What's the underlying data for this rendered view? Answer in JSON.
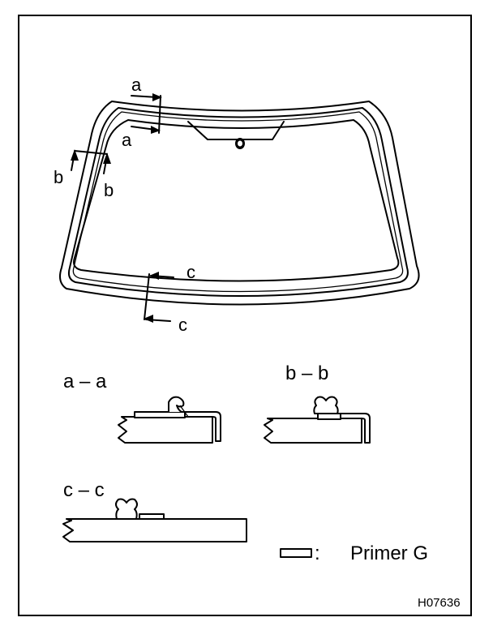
{
  "windshield": {
    "cut_labels": {
      "a": "a",
      "b": "b",
      "c": "c"
    }
  },
  "sections": {
    "aa": {
      "title": "a – a"
    },
    "bb": {
      "title": "b – b"
    },
    "cc": {
      "title": "c – c"
    }
  },
  "legend": {
    "colon": ":",
    "label": "Primer G"
  },
  "figure_code": "H07636"
}
